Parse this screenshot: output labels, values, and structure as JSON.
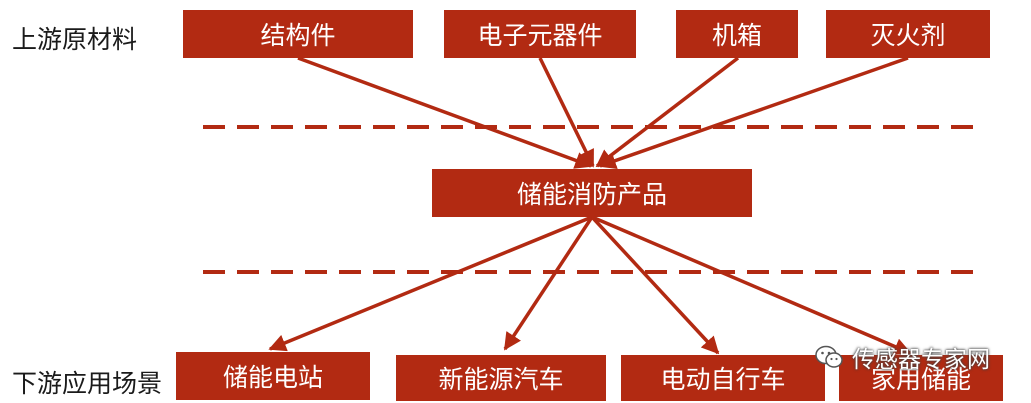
{
  "labels": {
    "upstream": "上游原材料",
    "downstream": "下游应用场景"
  },
  "nodes": {
    "upstream": [
      "结构件",
      "电子元器件",
      "机箱",
      "灭火剂"
    ],
    "center": "储能消防产品",
    "downstream": [
      "储能电站",
      "新能源汽车",
      "电动自行车",
      "家用储能"
    ]
  },
  "watermark": {
    "text": "传感器专家网",
    "icon": "wechat-icon"
  },
  "colors": {
    "box": "#b22a12",
    "line": "#b22a12",
    "text": "#1a1a1a"
  }
}
